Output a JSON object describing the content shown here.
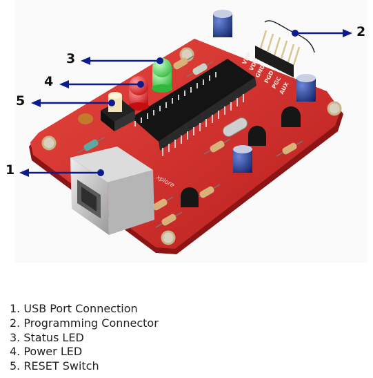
{
  "callouts": [
    {
      "num": "1",
      "target": "USB Port Connection"
    },
    {
      "num": "2",
      "target": "Programming Connector"
    },
    {
      "num": "3",
      "target": "Status LED"
    },
    {
      "num": "4",
      "target": "Power LED"
    },
    {
      "num": "5",
      "target": "RESET Switch"
    }
  ],
  "board": {
    "pin_labels": [
      "VPP",
      "VDD",
      "GND",
      "PGD",
      "PGC",
      "AUX"
    ],
    "silk_text": "xplore"
  },
  "legend": [
    "1. USB Port Connection",
    "2. Programming Connector",
    "3. Status LED",
    "4. Power LED",
    "5. RESET Switch"
  ],
  "colors": {
    "arrow": "#0d1b8c",
    "pcb": "#d92e2b",
    "led_green": "#3bd24a",
    "led_red": "#e4171b"
  }
}
